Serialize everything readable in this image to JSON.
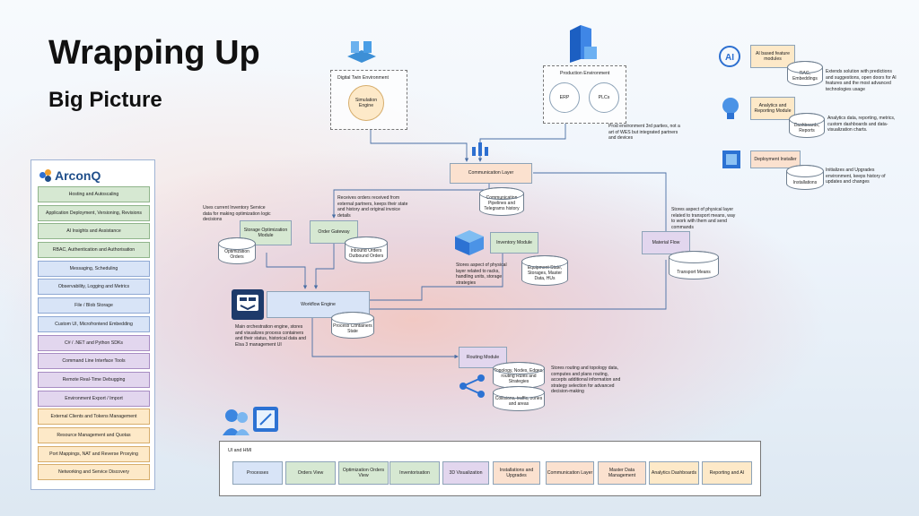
{
  "header": {
    "title": "Wrapping Up",
    "subtitle": "Big Picture"
  },
  "sidebar": {
    "logo_text": "ArconQ",
    "items": [
      {
        "label": "Hosting and Autoscaling",
        "color": "green"
      },
      {
        "label": "Application Deployment, Versioning, Revisions",
        "color": "green"
      },
      {
        "label": "AI Insights and Assistance",
        "color": "green"
      },
      {
        "label": "RBAC, Authentication and Authorisation",
        "color": "green"
      },
      {
        "label": "Messaging, Scheduling",
        "color": "blue"
      },
      {
        "label": "Observability, Logging and Metrics",
        "color": "blue"
      },
      {
        "label": "File / Blob Storage",
        "color": "blue"
      },
      {
        "label": "Custom UI, Microfrontend Embedding",
        "color": "blue"
      },
      {
        "label": "C# / .NET and Python SDKs",
        "color": "purple"
      },
      {
        "label": "Command Line Interface Tools",
        "color": "purple"
      },
      {
        "label": "Remote Real-Time Debugging",
        "color": "purple"
      },
      {
        "label": "Environment Export / Import",
        "color": "purple"
      },
      {
        "label": "External Clients and Tokens Management",
        "color": "orange"
      },
      {
        "label": "Resource Management and Quotas",
        "color": "orange"
      },
      {
        "label": "Port Mappings, NAT and Reverse Proxying",
        "color": "orange"
      },
      {
        "label": "Networking and Service Discovery",
        "color": "orange"
      }
    ]
  },
  "digital_twin": {
    "label": "Digital Twin Environment",
    "engine": "Simulation Engine"
  },
  "production": {
    "label": "Production Environment",
    "erp": "ERP",
    "plcs": "PLCs",
    "note": "Prod environment 3rd parties, not a art of WES but integrated partners and devices"
  },
  "communication_layer": {
    "label": "Communication Layer",
    "store": "Communication Pipelines and Telegrams history"
  },
  "order_gateway": {
    "label": "Order Gateway",
    "store": "Inbound Orders Outbound Orders",
    "note": "Receives orders received from external partners, keeps their state and history and original invoice details"
  },
  "storage_optimization": {
    "label": "Storage Optimization Module",
    "store": "Optimization Orders",
    "note": "Uses current Inventory Service data for making optimization logic decisions"
  },
  "inventory": {
    "label": "Inventory Module",
    "store": "Equipment State, Storages, Master Data, HUs",
    "note": "Stores aspect of physical layer related to racks, handling units, storage strategies"
  },
  "material_flow": {
    "label": "Material Flow",
    "store": "Transport Means",
    "note": "Stores aspect of physical layer related to transport means, way to work with them and send commands"
  },
  "workflow_engine": {
    "label": "Workflow Engine",
    "store": "Process Containers State",
    "note": "Main orchestration engine, stores and visualizes process containers and their status, historical data and Elsa 3 management UI"
  },
  "routing": {
    "label": "Routing Module",
    "store1": "Topology, Nodes, Edges, routing Rules and Strategies",
    "store2": "Collisions, traffic, zones and areas",
    "note": "Stores routing and topology data, computes and plans routing, accepts additional information and strategy selection for advanced decision-making"
  },
  "right_panel": {
    "ai": {
      "label": "AI based feature modules",
      "store": "RAG, Embeddings",
      "note": "Extends solution with predictions and suggestions, open doors for AI features and the most advanced technologies usage",
      "icon_text": "AI"
    },
    "analytics": {
      "label": "Analytics and Reporting Module",
      "store": "Dashboards, Reports",
      "note": "Analytics data, reporting, metrics, custom dashboards and data-visualization charts."
    },
    "deployment": {
      "label": "Deployment Installer",
      "store": "Installations",
      "note": "Initializes and Upgrades environment, keeps history of updates and changes"
    }
  },
  "ui_hmi": {
    "label": "UI and HMI",
    "items": [
      {
        "label": "Processes",
        "color": "blue"
      },
      {
        "label": "Orders View",
        "color": "green"
      },
      {
        "label": "Optimization Orders View",
        "color": "green"
      },
      {
        "label": "Inventorisation",
        "color": "green"
      },
      {
        "label": "3D Visualization",
        "color": "purple"
      },
      {
        "label": "Installations and Upgrades",
        "color": "peach"
      },
      {
        "label": "Communication Layer",
        "color": "peach"
      },
      {
        "label": "Master Data Management",
        "color": "peach"
      },
      {
        "label": "Analytics Dashboards",
        "color": "orange"
      },
      {
        "label": "Reporting and AI",
        "color": "orange"
      }
    ]
  },
  "colors": {
    "green": "#d6e8d2",
    "blue": "#d8e4f7",
    "purple": "#e2d6ee",
    "orange": "#fde9c8",
    "peach": "#fbe1cf",
    "line": "#4a6fa5"
  }
}
